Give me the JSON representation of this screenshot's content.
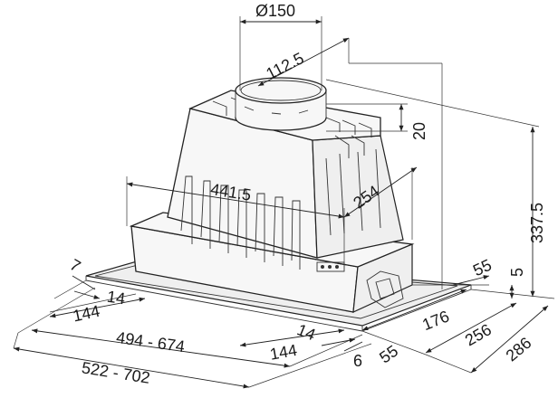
{
  "diagram": {
    "dimensions": {
      "duct_outer": "Ø150",
      "duct_inner": "112.5",
      "collar_height": "20",
      "total_height": "337.5",
      "body_width": "441.5",
      "body_depth": "254",
      "frame_width_range": "494 - 674",
      "overall_width_range": "522 - 702",
      "frame_depth": "176",
      "frame_depth_outer": "256",
      "overall_depth": "286",
      "right_offset_top": "55",
      "right_offset_bottom": "55",
      "frame_thickness": "5",
      "left_top_offset": "7",
      "left_inset_1": "14",
      "left_inset_2": "144",
      "front_inset_1": "14",
      "front_inset_2": "144",
      "front_small": "6"
    }
  }
}
